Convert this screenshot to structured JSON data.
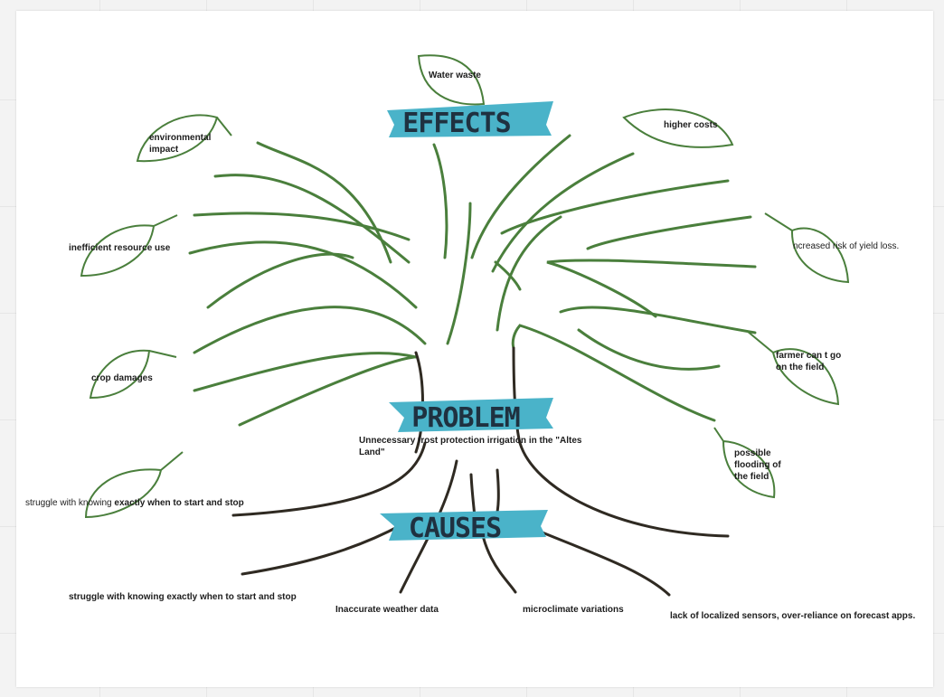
{
  "banners": {
    "effects": "EFFECTS",
    "problem": "PROBLEM",
    "causes": "CAUSES"
  },
  "problem_text": "Unnecessary frost protection irrigation in the \"Altes Land\"",
  "effects": {
    "water_waste": "Water waste",
    "environmental_impact": "environmental impact",
    "higher_costs": "higher costs",
    "inefficient_resource_use": "inefficient resource use",
    "yield_loss": "ncreased risk of yield loss.",
    "crop_damages": "crop damages",
    "farmer_field": "farmer can t go on the field",
    "flooding": "possible flooding of the field",
    "struggle_prefix": "struggle with knowing ",
    "struggle_bold": "exactly when to start and stop"
  },
  "causes": {
    "struggle": "struggle with knowing exactly when to start and stop",
    "weather_data": "Inaccurate weather data",
    "microclimate": "microclimate variations",
    "sensors": "lack of localized sensors, over-reliance on forecast apps."
  },
  "colors": {
    "branch": "#4a7f3c",
    "root": "#2f2a22",
    "banner": "#4ab3c9"
  }
}
